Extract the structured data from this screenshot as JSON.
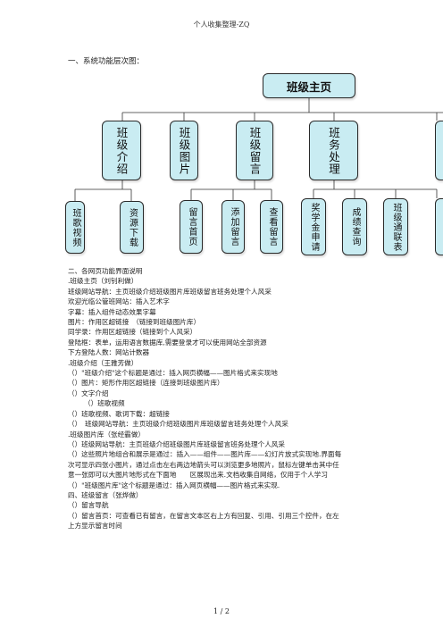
{
  "header": "个人收集整理-ZQ",
  "section1_title": "一、系统功能层次图：",
  "diagram": {
    "root": "班级主页",
    "level1": [
      "班级介绍",
      "班级图片",
      "班级留言",
      "班务处理"
    ],
    "level2": {
      "intro": [
        "班歌视频",
        "资源下载"
      ],
      "message": [
        "留言首页",
        "添加留言",
        "查看留言"
      ],
      "affairs": [
        "奖学金申请",
        "成绩查询",
        "班级通联表"
      ]
    }
  },
  "lines": [
    "二、各网页功能界面说明",
    ".班级主页（刘钊利做）",
    "班级网站导航：主页班级介绍班级图片库班级留言班务处理个人风采",
    "欢迎光临公管班网站：插入艺术字",
    "字幕：插入组件动态效果字幕",
    "图片：作用区超链接　（链接到班级图片库）",
    "同学录：作用区超链接（链接到个人风采）",
    "登陆框：表单，运用语言数据库,需要登录才可以使用网站全部资源",
    "下方登陆人数：网站计数器",
    ".班级介绍（王雅芳做）",
    "（）\"班级介绍\"这个标题是通过：插入网页横幅——图片格式来实现地",
    "（）图片：矩形作用区超链接（连接到班级图片库）",
    "（）文字介绍",
    "（）班歌视频",
    "（）班歌视频、歌词下载：超链接",
    "（）　班级网站导航：主页班级介绍班级图片库班级留言班务处理个人风采",
    ".班级图片库（张经霸做）",
    "（）班级网站导航：主页班级介绍班级图片库班级留言班务处理个人风采",
    "（）这些照片地组合和展示是通过：插入——组件——图片库——幻灯片放式实现地.界面每",
    "次可显示四张小图片，通过点击左右两边地箭头可以浏览更多地照片，鼠标左键单击其中任",
    "意一张即可以大图片地形式在下面地　　区展现出来.文档收集自网络，仅用于个人学习",
    "（）\"班级图片库\"这个标题是通过：插入网页横幅——图片格式来实现.",
    "四、班级留言（张烨做）",
    "（）留言导航",
    "（）留言首页：可查看已有留言，在留言文本区右上方有回复、引用、引用三个控件，在左",
    "上方显示留言时间"
  ],
  "footer": "1 / 2"
}
